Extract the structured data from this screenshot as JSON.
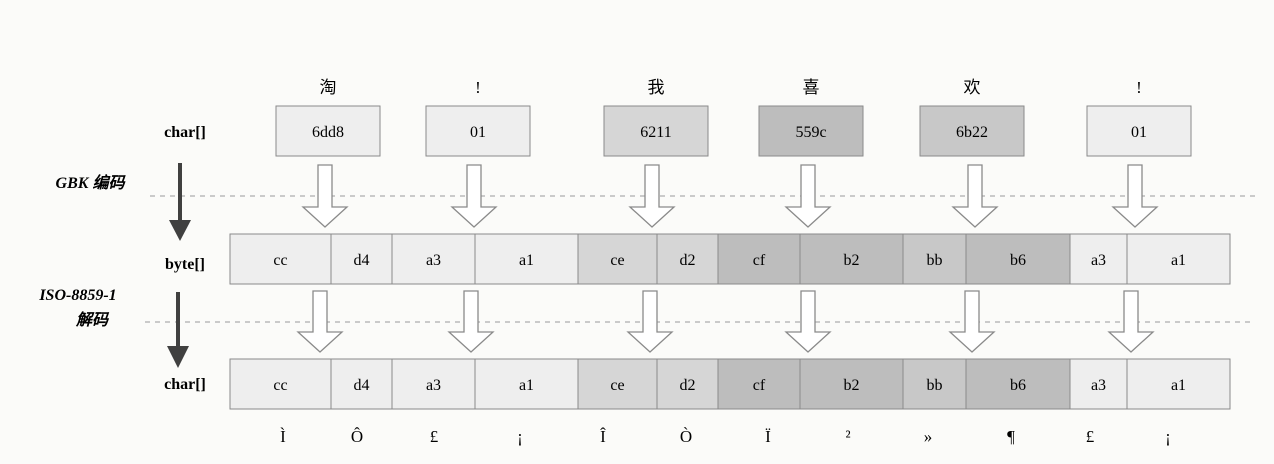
{
  "colors": {
    "background": "#fbfbf9",
    "stroke": "#8a8a8a",
    "arrow_fill": "#ffffff",
    "down_arrow": "#404040",
    "dashed": "#9a9a9a",
    "shade_light": "#eeeeee",
    "shade_mid": "#d6d6d6",
    "shade_dark": "#bdbdbd",
    "shade_darker": "#c8c8c8"
  },
  "labels": {
    "char_row": "char[]",
    "byte_row": "byte[]",
    "char_row_2": "char[]",
    "gbk_step": "GBK 编码",
    "iso_step_line1": "ISO-8859-1",
    "iso_step_line2": "解码"
  },
  "characters": [
    {
      "glyph": "淘",
      "code": "6dd8",
      "shade": "shade_light"
    },
    {
      "glyph": "!",
      "code": "01",
      "shade": "shade_light"
    },
    {
      "glyph": "我",
      "code": "6211",
      "shade": "shade_mid"
    },
    {
      "glyph": "喜",
      "code": "559c",
      "shade": "shade_dark"
    },
    {
      "glyph": "欢",
      "code": "6b22",
      "shade": "shade_darker"
    },
    {
      "glyph": "!",
      "code": "01",
      "shade": "shade_light"
    }
  ],
  "bytes": [
    {
      "hex": "cc",
      "shade": "shade_light"
    },
    {
      "hex": "d4",
      "shade": "shade_light"
    },
    {
      "hex": "a3",
      "shade": "shade_light"
    },
    {
      "hex": "a1",
      "shade": "shade_light"
    },
    {
      "hex": "ce",
      "shade": "shade_mid"
    },
    {
      "hex": "d2",
      "shade": "shade_mid"
    },
    {
      "hex": "cf",
      "shade": "shade_dark"
    },
    {
      "hex": "b2",
      "shade": "shade_dark"
    },
    {
      "hex": "bb",
      "shade": "shade_darker"
    },
    {
      "hex": "b6",
      "shade": "shade_dark"
    },
    {
      "hex": "a3",
      "shade": "shade_light"
    },
    {
      "hex": "a1",
      "shade": "shade_light"
    }
  ],
  "decoded_chars": [
    {
      "hex": "cc",
      "glyph": "Ì"
    },
    {
      "hex": "d4",
      "glyph": "Ô"
    },
    {
      "hex": "a3",
      "glyph": "£"
    },
    {
      "hex": "a1",
      "glyph": "¡"
    },
    {
      "hex": "ce",
      "glyph": "Î"
    },
    {
      "hex": "d2",
      "glyph": "Ò"
    },
    {
      "hex": "cf",
      "glyph": "Ï"
    },
    {
      "hex": "b2",
      "glyph": "²"
    },
    {
      "hex": "bb",
      "glyph": "»"
    },
    {
      "hex": "b6",
      "glyph": "¶"
    },
    {
      "hex": "a3",
      "glyph": "£"
    },
    {
      "hex": "a1",
      "glyph": "¡"
    }
  ]
}
